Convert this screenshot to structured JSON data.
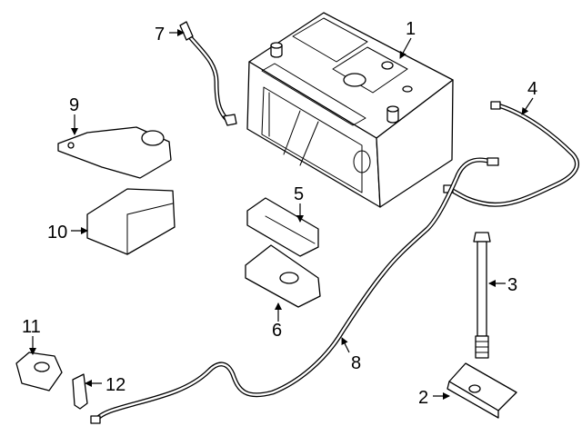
{
  "callouts": [
    {
      "key": "c1",
      "label": "1"
    },
    {
      "key": "c2",
      "label": "2"
    },
    {
      "key": "c3",
      "label": "3"
    },
    {
      "key": "c4",
      "label": "4"
    },
    {
      "key": "c5",
      "label": "5"
    },
    {
      "key": "c6",
      "label": "6"
    },
    {
      "key": "c7",
      "label": "7"
    },
    {
      "key": "c8",
      "label": "8"
    },
    {
      "key": "c9",
      "label": "9"
    },
    {
      "key": "c10",
      "label": "10"
    },
    {
      "key": "c11",
      "label": "11"
    },
    {
      "key": "c12",
      "label": "12"
    }
  ],
  "colors": {
    "line": "#000000",
    "background": "#ffffff"
  }
}
